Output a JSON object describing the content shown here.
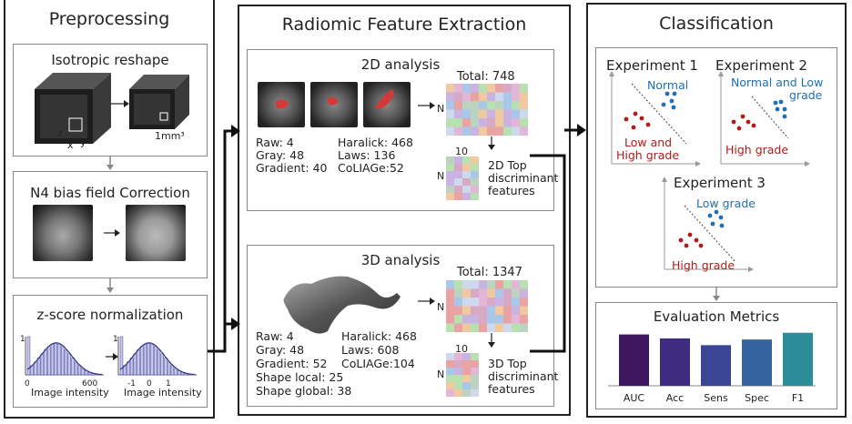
{
  "preprocessing": {
    "title": "Preprocessing",
    "steps": [
      "Isotropic reshape",
      "N4 bias field Correction",
      "z-score normalization"
    ],
    "axis_labels": {
      "z": "z",
      "x": "x",
      "y": "y",
      "voxel": "1mm³"
    },
    "hist": {
      "ymax": "1",
      "x_left_ticks": [
        "0",
        "600"
      ],
      "x_right_ticks": [
        "-1",
        "0",
        "1"
      ],
      "xlabel": "Image intensity"
    }
  },
  "radiomic": {
    "title": "Radiomic Feature Extraction",
    "analysis2d": {
      "title": "2D analysis",
      "total": "Total: 748",
      "n": "N",
      "ten": "10",
      "top": [
        "2D Top",
        "discriminant",
        "features"
      ],
      "features_left": [
        "Raw: 4",
        "Gray: 48",
        "Gradient: 40"
      ],
      "features_right": [
        "Haralick: 468",
        "Laws: 136",
        "CoLIAGe:52"
      ]
    },
    "analysis3d": {
      "title": "3D analysis",
      "total": "Total: 1347",
      "n": "N",
      "ten": "10",
      "top": [
        "3D Top",
        "discriminant",
        "features"
      ],
      "features_left": [
        "Raw: 4",
        "Gray: 48",
        "Gradient: 52",
        "Shape local: 25",
        "Shape global: 38"
      ],
      "features_right": [
        "Haralick: 468",
        "Laws: 608",
        "CoLIAGe:104"
      ]
    }
  },
  "classification": {
    "title": "Classification",
    "exp1": {
      "title": "Experiment 1",
      "blue": "Normal",
      "red": [
        "Low and",
        "High grade"
      ]
    },
    "exp2": {
      "title": "Experiment 2",
      "blue": [
        "Normal and Low",
        "grade"
      ],
      "red": "High grade"
    },
    "exp3": {
      "title": "Experiment 3",
      "blue": "Low grade",
      "red": "High grade"
    }
  },
  "evaluation": {
    "title": "Evaluation Metrics",
    "metrics": [
      "AUC",
      "Acc",
      "Sens",
      "Spec",
      "F1"
    ],
    "values": [
      0.91,
      0.84,
      0.72,
      0.82,
      0.94
    ],
    "colors": [
      "#3d1660",
      "#3f2c80",
      "#3b4595",
      "#35639e",
      "#2c8c97"
    ]
  },
  "colors": {
    "red": "#b01c1c",
    "blue": "#1f6fb5"
  }
}
